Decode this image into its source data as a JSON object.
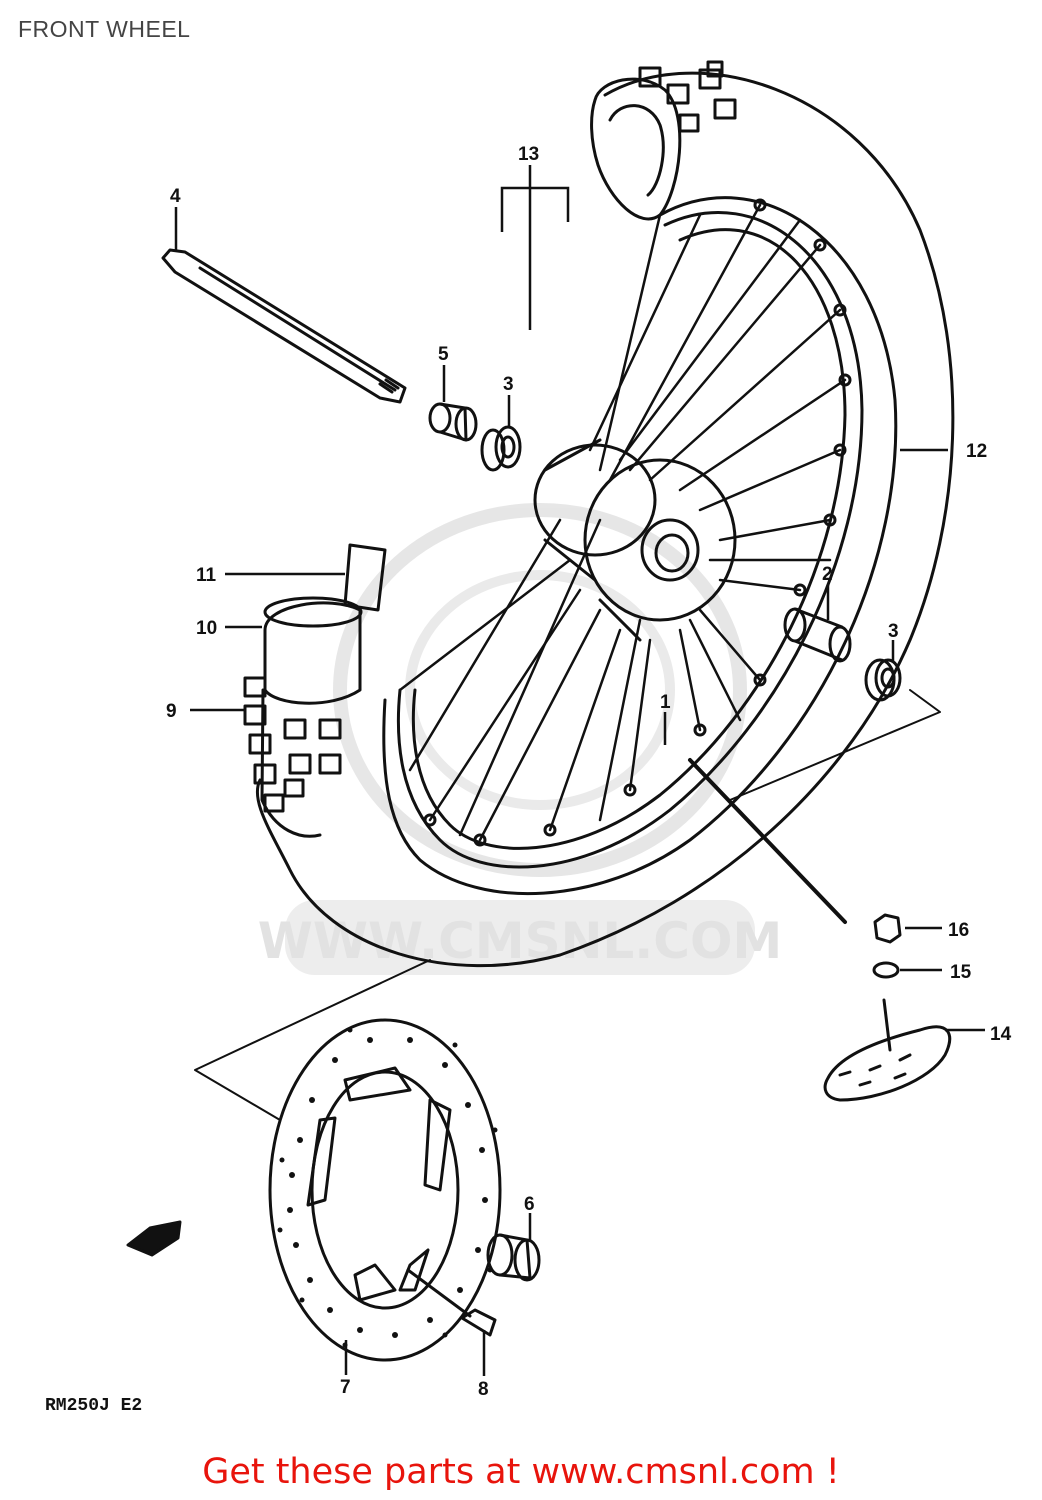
{
  "title": "FRONT WHEEL",
  "watermark": "WWW.CMSNL.COM",
  "model_code": "RM250J E2",
  "cta": "Get these parts at www.cmsnl.com !",
  "colors": {
    "ink": "#111111",
    "cta": "#e8140c",
    "title": "#444444",
    "watermark": "#e2e2e2"
  },
  "callouts": [
    {
      "id": "c1",
      "text": "1"
    },
    {
      "id": "c2",
      "text": "2"
    },
    {
      "id": "c3a",
      "text": "3"
    },
    {
      "id": "c3b",
      "text": "3"
    },
    {
      "id": "c4",
      "text": "4"
    },
    {
      "id": "c5",
      "text": "5"
    },
    {
      "id": "c6",
      "text": "6"
    },
    {
      "id": "c7",
      "text": "7"
    },
    {
      "id": "c8",
      "text": "8"
    },
    {
      "id": "c9",
      "text": "9"
    },
    {
      "id": "c10",
      "text": "10"
    },
    {
      "id": "c11",
      "text": "11"
    },
    {
      "id": "c12",
      "text": "12"
    },
    {
      "id": "c13",
      "text": "13"
    },
    {
      "id": "c14",
      "text": "14"
    },
    {
      "id": "c15",
      "text": "15"
    },
    {
      "id": "c16",
      "text": "16"
    }
  ]
}
